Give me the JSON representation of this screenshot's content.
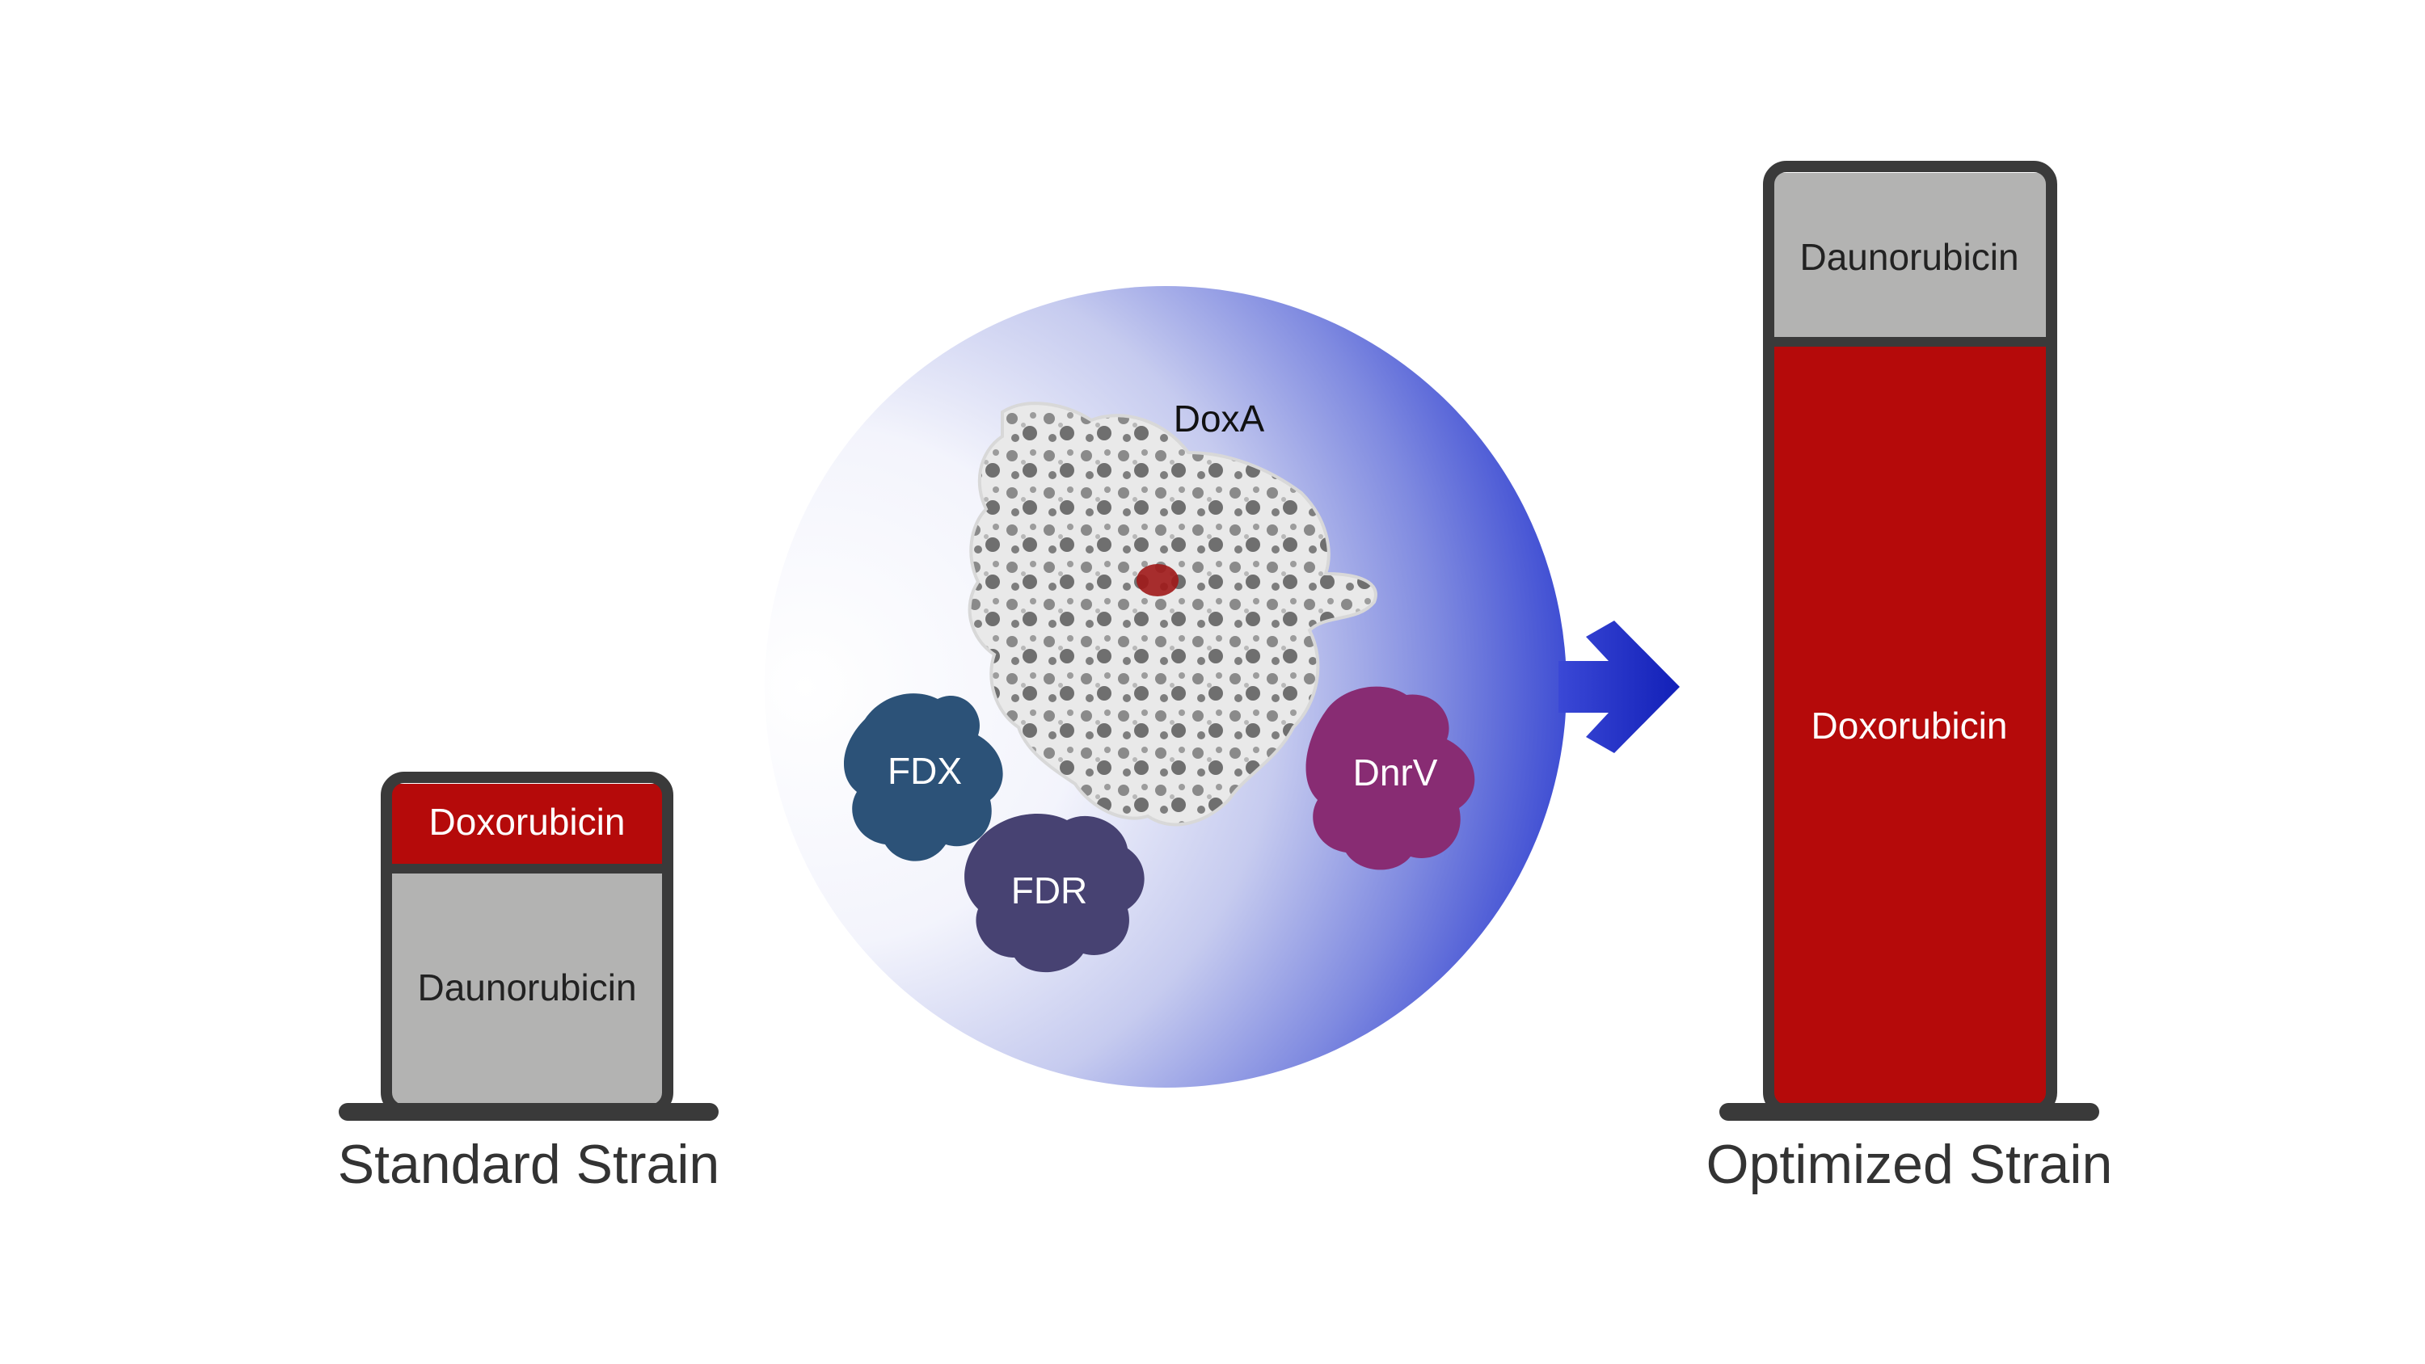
{
  "standard_strain": {
    "label": "Standard Strain",
    "top_segment": {
      "label": "Doxorubicin",
      "color": "#b50a0a"
    },
    "bottom_segment": {
      "label": "Daunorubicin",
      "color": "#b3b3b2"
    },
    "frame_color": "#3a3a3a"
  },
  "enzyme_complex": {
    "background_gradient": [
      "#ffffff",
      "#2f3fd0"
    ],
    "proteins": {
      "doxa": {
        "label": "DoxA",
        "color": "#e8e8e8",
        "ligand_color": "#a01818"
      },
      "fdx": {
        "label": "FDX",
        "color": "#2c5278"
      },
      "fdr": {
        "label": "FDR",
        "color": "#474272"
      },
      "dnrv": {
        "label": "DnrV",
        "color": "#882c73"
      }
    },
    "arrow_color": "#1d2cc4"
  },
  "optimized_strain": {
    "label": "Optimized Strain",
    "top_segment": {
      "label": "Daunorubicin",
      "color": "#b3b3b2"
    },
    "bottom_segment": {
      "label": "Doxorubicin",
      "color": "#b50a0a"
    },
    "frame_color": "#3a3a3a"
  }
}
